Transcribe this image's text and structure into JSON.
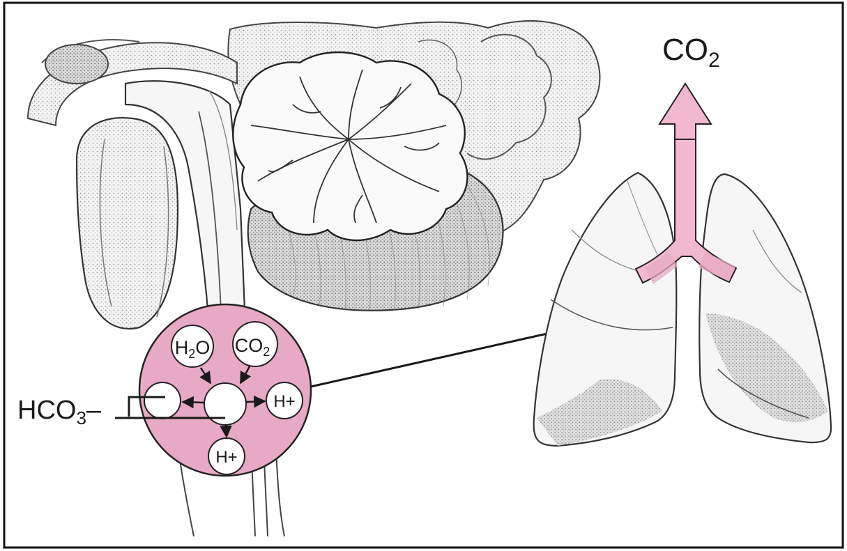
{
  "labels": {
    "co2_top": {
      "main": "CO",
      "sub": "2"
    },
    "hco3": {
      "main": "HCO",
      "sub": "3",
      "suffix": "–"
    },
    "h2o": {
      "pre": "H",
      "sub": "2",
      "post": "O"
    },
    "co2_cell": {
      "main": "CO",
      "sub": "2"
    },
    "h_plus_right": "H+",
    "h_plus_bottom": "H+"
  },
  "colors": {
    "accent_pink": "#e7a9c3",
    "accent_pink_arrow": "#f2b8cf",
    "line": "#1a1a1a",
    "organ_fill": "#f1f1f1",
    "organ_shade": "#cfcfcf"
  },
  "icons": [
    "brain-illustration",
    "lungs-illustration",
    "cell-diagram",
    "upward-arrow"
  ]
}
